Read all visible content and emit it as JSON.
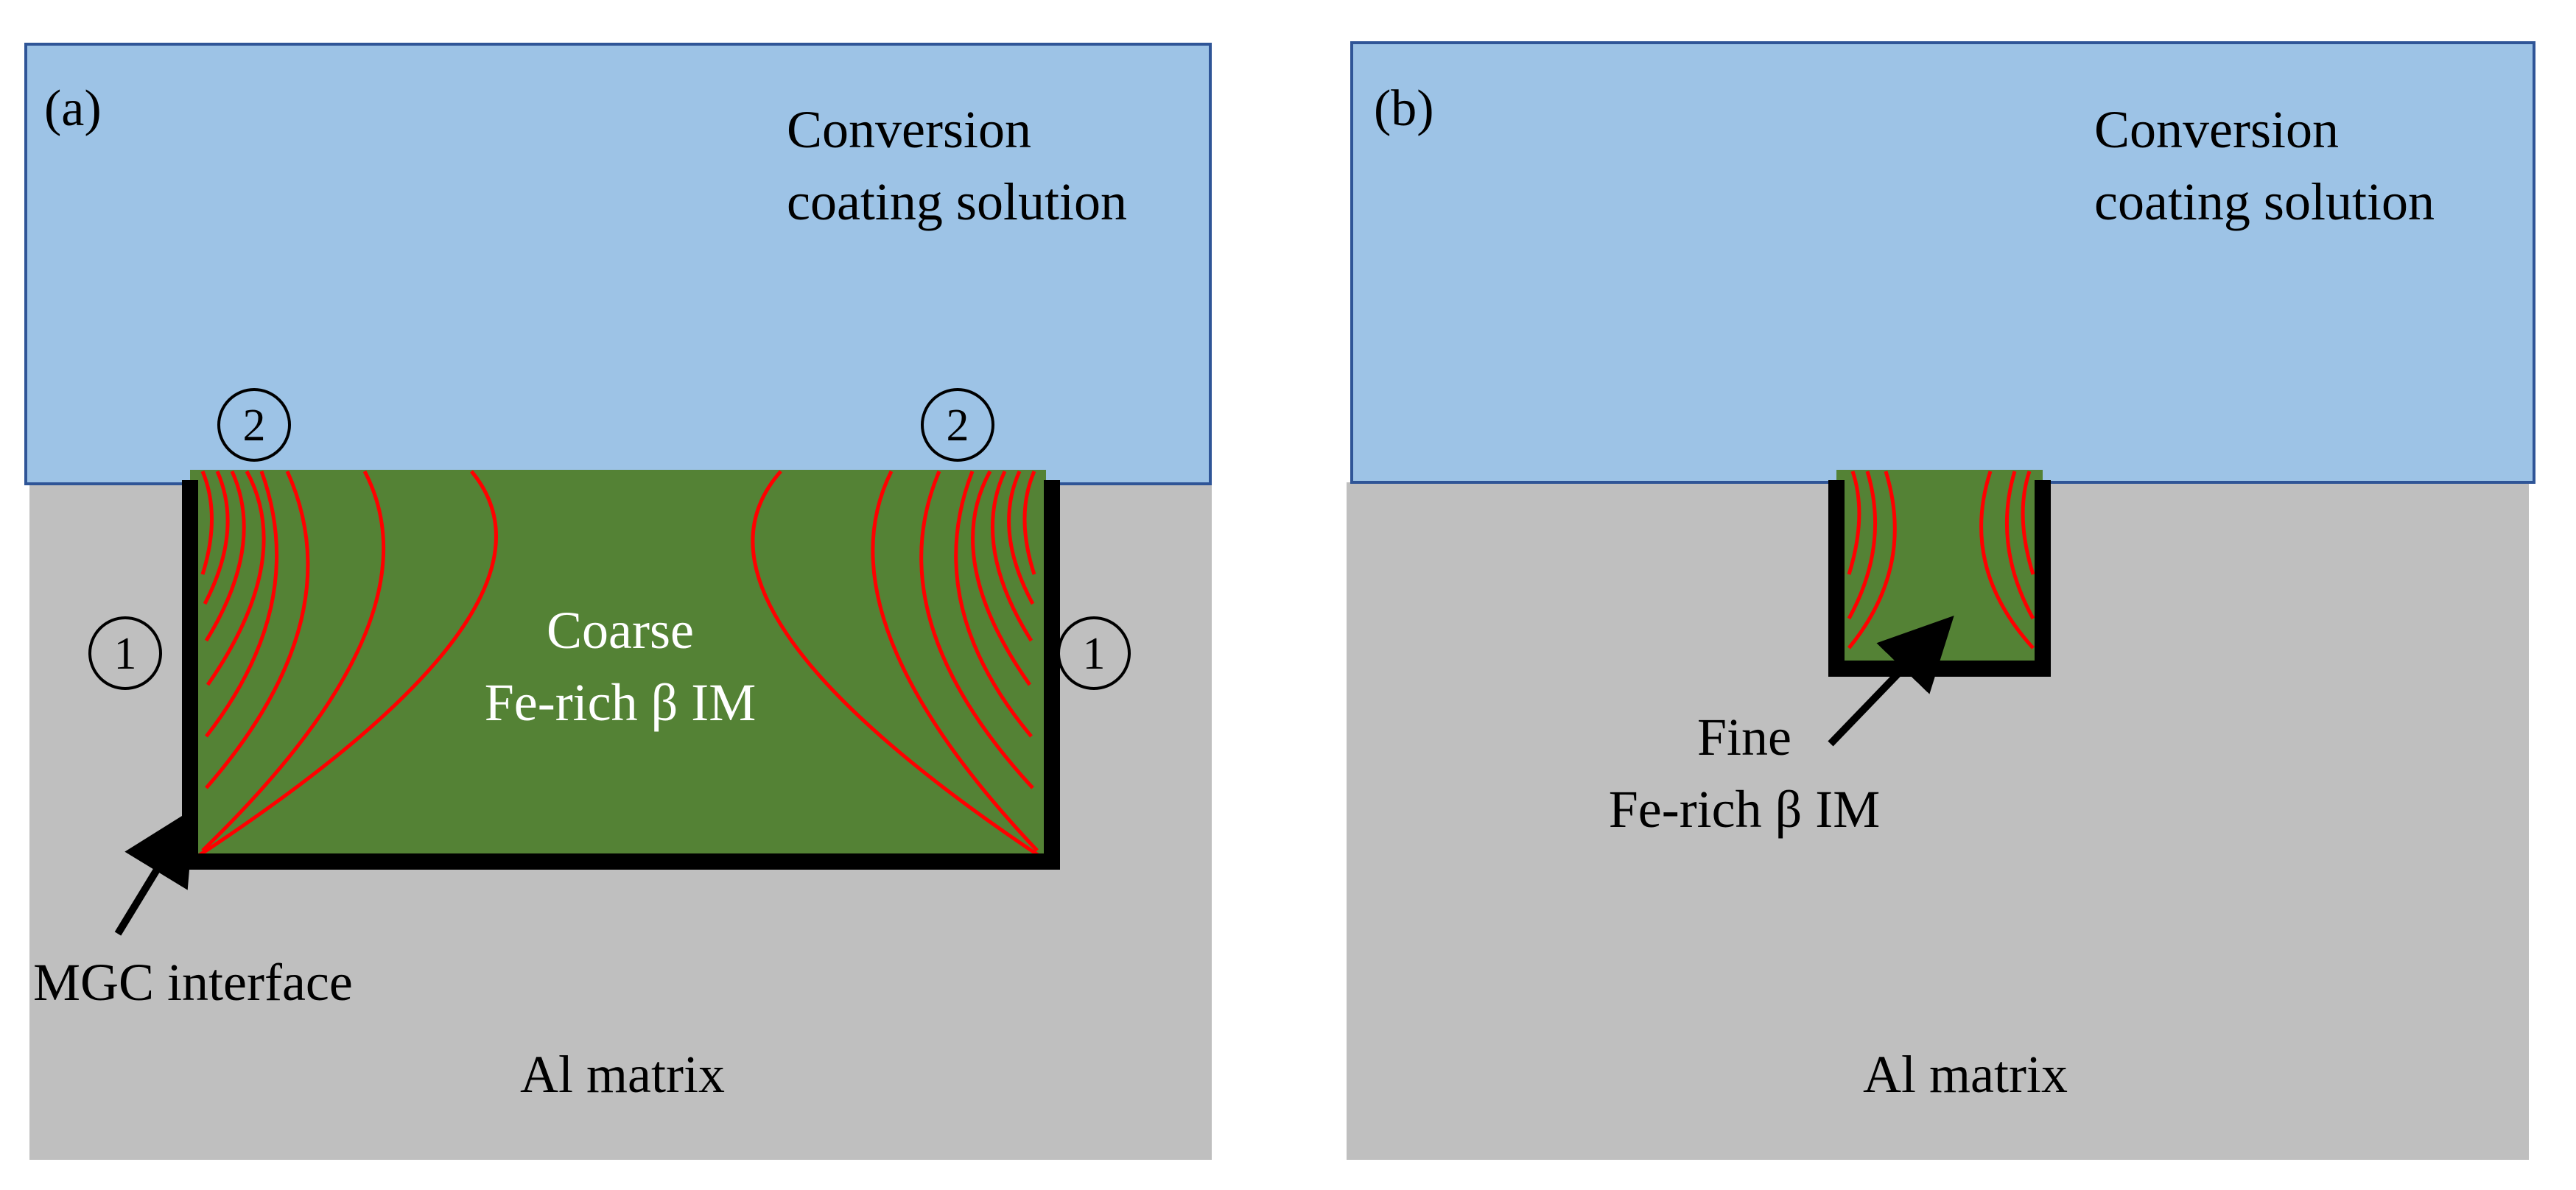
{
  "panels": {
    "a": {
      "tag": "(a)",
      "solution_label_line1": "Conversion",
      "solution_label_line2": "coating solution",
      "particle_label_line1": "Coarse",
      "particle_label_line2": "Fe-rich β IM",
      "marker_1": "1",
      "marker_2": "2",
      "interface_label": "MGC interface",
      "matrix_label": "Al matrix"
    },
    "b": {
      "tag": "(b)",
      "solution_label_line1": "Conversion",
      "solution_label_line2": "coating solution",
      "particle_label_line1": "Fine",
      "particle_label_line2": "Fe-rich β IM",
      "matrix_label": "Al matrix"
    }
  },
  "colors": {
    "solution": "#9dc3e6",
    "solution_border": "#2f5597",
    "matrix": "#bfbfbf",
    "particle": "#548235",
    "flux_lines": "#ff0000",
    "interface": "#000000",
    "particle_label_text": "#ffffff",
    "text": "#000000"
  }
}
